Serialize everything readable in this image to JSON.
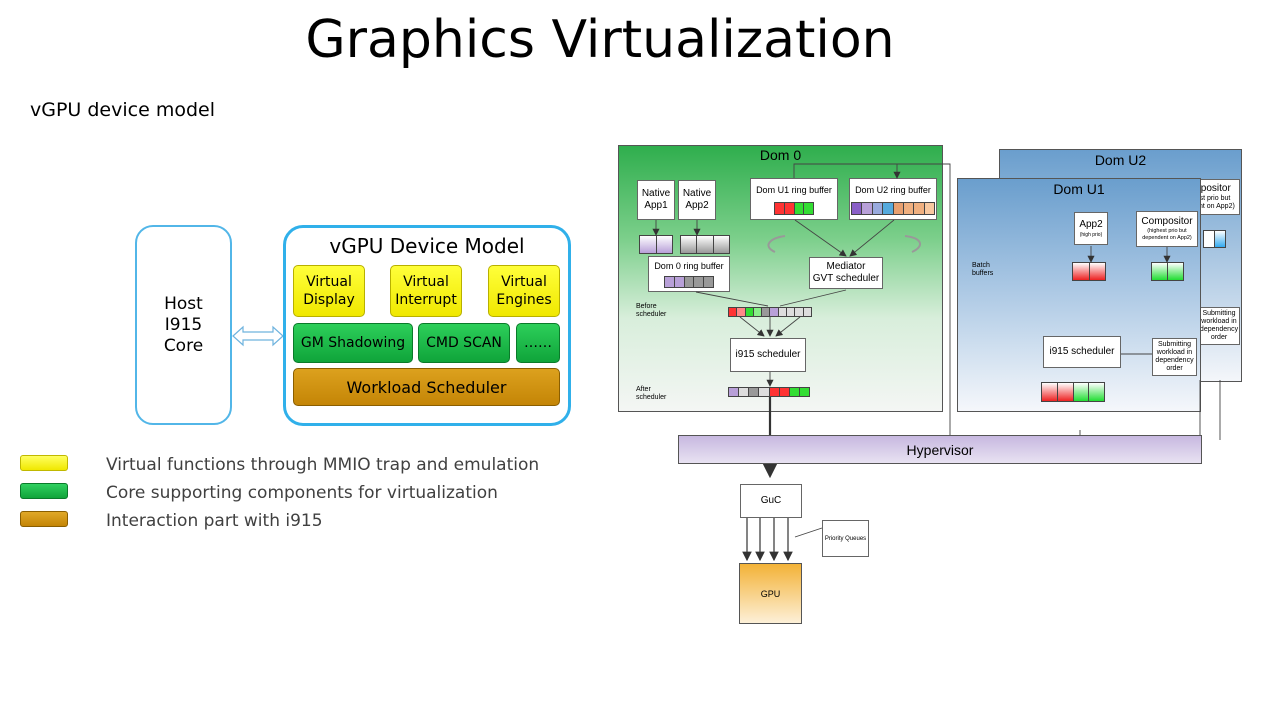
{
  "title": "Graphics Virtualization",
  "subtitle": "vGPU device model",
  "left": {
    "host_label": "Host\nI915\nCore",
    "device_model_title": "vGPU Device Model",
    "virtual_display": "Virtual\nDisplay",
    "virtual_interrupt": "Virtual\nInterrupt",
    "virtual_engines": "Virtual\nEngines",
    "gm_shadowing": "GM Shadowing",
    "cmd_scan": "CMD SCAN",
    "more": "……",
    "workload_scheduler": "Workload Scheduler"
  },
  "legend": [
    {
      "text": "Virtual functions through MMIO trap and emulation",
      "color": "#ffff00"
    },
    {
      "text": "Core supporting components for virtualization",
      "color": "#1bc24a"
    },
    {
      "text": "Interaction part with i915",
      "color": "#d29614"
    }
  ],
  "right": {
    "dom0": "Dom 0",
    "domu1": "Dom U1",
    "domu2": "Dom U2",
    "native_app1": "Native\nApp1",
    "native_app2": "Native\nApp2",
    "domu1_ring": "Dom U1 ring buffer",
    "domu2_ring": "Dom U2 ring buffer",
    "dom0_ring": "Dom 0 ring buffer",
    "mediator": "Mediator\nGVT scheduler",
    "before_scheduler": "Before\nscheduler",
    "after_scheduler": "After\nscheduler",
    "i915_scheduler": "i915 scheduler",
    "batch_buffers": "Batch\nbuffers",
    "app2": "App2",
    "app2_prio": "(high prio)",
    "compositor": "Compositor",
    "compositor_note": "(highest prio but\ndependent on App2)",
    "u2_compositor": "npositor",
    "u2_compositor_note": "est prio but\ndent on App2)",
    "submitting": "Submitting\nworkload in\ndependency\norder",
    "u2_submitting": "Submitting\nworkload in\ndependency\norder",
    "hypervisor": "Hypervisor",
    "guc": "GuC",
    "priority_queues": "Priority Queues",
    "gpu": "GPU"
  }
}
